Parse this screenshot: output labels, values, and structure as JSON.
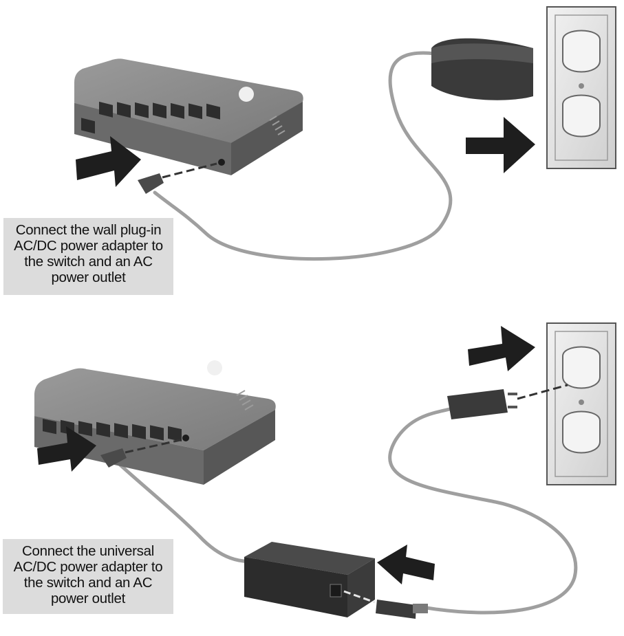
{
  "colors": {
    "switch_top": "#858585",
    "switch_side": "#6d6d6d",
    "switch_dark": "#3a3a3a",
    "cable": "#a3a3a3",
    "arrow": "#1e1e1e",
    "adapter": "#2e2e2e",
    "wall_plate": "#e4e4e4",
    "caption_bg": "#dcdcdc"
  },
  "icons": [
    "hp-logo-icon",
    "ethernet-port-icon",
    "power-arrow-icon",
    "wall-outlet-icon"
  ],
  "captions": [
    {
      "lines": [
        "Connect the wall plug-in",
        "AC/DC power adapter to",
        "the switch and an AC",
        "power outlet"
      ]
    },
    {
      "lines": [
        "Connect the universal",
        "AC/DC power adapter to",
        "the switch and an AC",
        "power outlet"
      ]
    }
  ]
}
